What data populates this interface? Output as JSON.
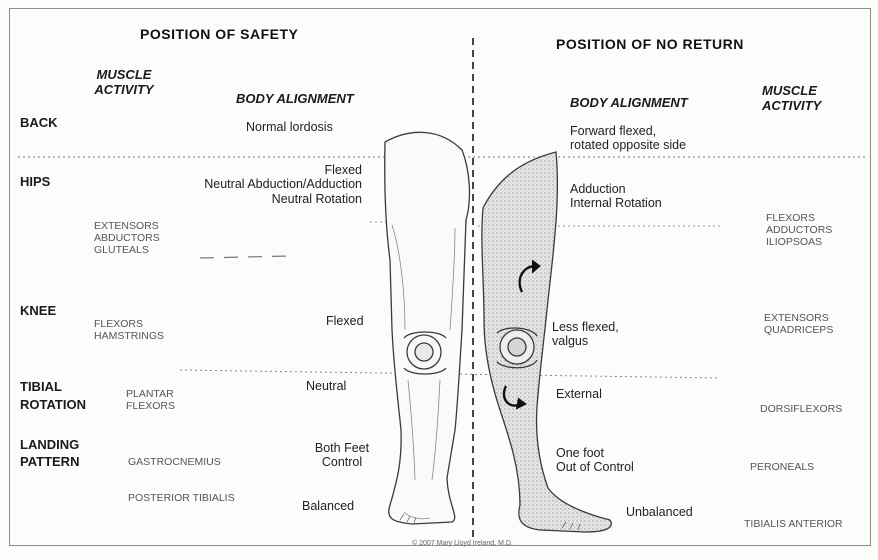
{
  "headers": {
    "safety": "POSITION OF SAFETY",
    "no_return": "POSITION OF NO RETURN"
  },
  "columns": {
    "muscle_activity_left": "MUSCLE\nACTIVITY",
    "body_alignment_left": "BODY ALIGNMENT",
    "body_alignment_right": "BODY ALIGNMENT",
    "muscle_activity_right": "MUSCLE\nACTIVITY"
  },
  "rows": {
    "back": "BACK",
    "hips": "HIPS",
    "knee": "KNEE",
    "tibial": "TIBIAL\nROTATION",
    "landing": "LANDING\nPATTERN"
  },
  "safety_alignment": {
    "back": "Normal lordosis",
    "hips": "Flexed\nNeutral Abduction/Adduction\nNeutral Rotation",
    "knee": "Flexed",
    "tibial": "Neutral",
    "landing": "Both Feet\nControl",
    "balance": "Balanced"
  },
  "no_return_alignment": {
    "back": "Forward flexed,\nrotated opposite side",
    "hips": "Adduction\nInternal Rotation",
    "knee": "Less flexed,\nvalgus",
    "tibial": "External",
    "landing": "One foot\nOut of Control",
    "balance": "Unbalanced"
  },
  "safety_muscles": {
    "hips": "EXTENSORS\nABDUCTORS\nGLUTEALS",
    "knee": "FLEXORS\nHAMSTRINGS",
    "tibial": "PLANTAR\nFLEXORS",
    "landing": "GASTROCNEMIUS",
    "balance": "POSTERIOR TIBIALIS"
  },
  "no_return_muscles": {
    "hips": "FLEXORS\nADDUCTORS\nILIOPSOAS",
    "knee": "EXTENSORS\nQUADRICEPS",
    "tibial": "DORSIFLEXORS",
    "landing": "PERONEALS",
    "balance": "TIBIALIS ANTERIOR"
  },
  "copyright": "© 2007 Mary Lloyd Ireland, M.D.",
  "colors": {
    "ink": "#1e1e1e",
    "muscle_text": "#555555",
    "divider": "#444444",
    "leg_outline": "#3a3a3a",
    "shading": "#b8b8b8"
  },
  "icons": {
    "rotation_arrows": "curved-arrow-icon"
  }
}
